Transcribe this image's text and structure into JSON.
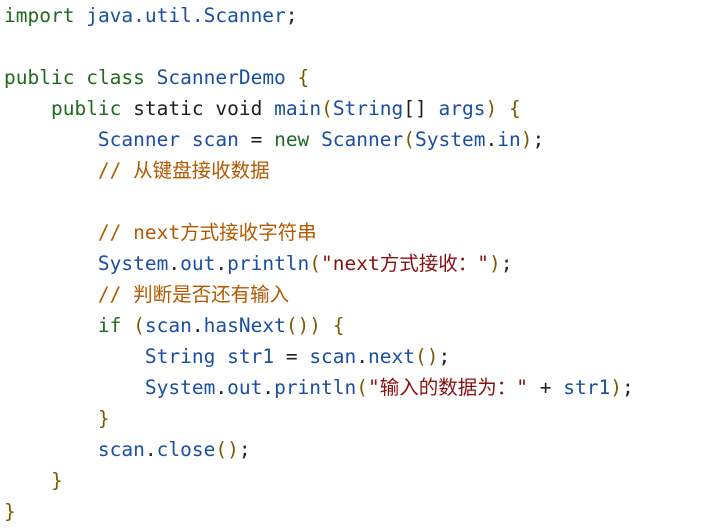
{
  "editor": {
    "colors": {
      "keyword": "#1f6b1f",
      "identifier": "#1a4fa0",
      "punctuation": "#7a5c00",
      "string": "#8a1010",
      "comment": "#b35a00",
      "plain": "#1f1f1f",
      "background": "#ffffff"
    },
    "lines": [
      {
        "tokens": [
          [
            "import",
            "kw"
          ],
          [
            " ",
            "plain"
          ],
          [
            "java.util.Scanner",
            "type"
          ],
          [
            ";",
            "plain"
          ]
        ]
      },
      {
        "tokens": []
      },
      {
        "tokens": [
          [
            "public",
            "kw"
          ],
          [
            " ",
            "plain"
          ],
          [
            "class",
            "kw"
          ],
          [
            " ",
            "plain"
          ],
          [
            "ScannerDemo",
            "type"
          ],
          [
            " ",
            "plain"
          ],
          [
            "{",
            "punc"
          ]
        ]
      },
      {
        "tokens": [
          [
            "    ",
            "plain"
          ],
          [
            "public",
            "kw"
          ],
          [
            " ",
            "plain"
          ],
          [
            "static",
            "plain"
          ],
          [
            " ",
            "plain"
          ],
          [
            "void",
            "plain"
          ],
          [
            " ",
            "plain"
          ],
          [
            "main",
            "fn"
          ],
          [
            "(",
            "punc"
          ],
          [
            "String",
            "type"
          ],
          [
            "[]",
            "plain"
          ],
          [
            " ",
            "plain"
          ],
          [
            "args",
            "type"
          ],
          [
            ")",
            "punc"
          ],
          [
            " ",
            "plain"
          ],
          [
            "{",
            "punc"
          ]
        ]
      },
      {
        "tokens": [
          [
            "        ",
            "plain"
          ],
          [
            "Scanner",
            "type"
          ],
          [
            " ",
            "plain"
          ],
          [
            "scan",
            "type"
          ],
          [
            " ",
            "plain"
          ],
          [
            "=",
            "plain"
          ],
          [
            " ",
            "plain"
          ],
          [
            "new",
            "kw"
          ],
          [
            " ",
            "plain"
          ],
          [
            "Scanner",
            "type"
          ],
          [
            "(",
            "punc"
          ],
          [
            "System",
            "type"
          ],
          [
            ".",
            "plain"
          ],
          [
            "in",
            "type"
          ],
          [
            ")",
            "punc"
          ],
          [
            ";",
            "plain"
          ]
        ]
      },
      {
        "tokens": [
          [
            "        ",
            "plain"
          ],
          [
            "// 从键盘接收数据",
            "cmt"
          ]
        ]
      },
      {
        "tokens": []
      },
      {
        "tokens": [
          [
            "        ",
            "plain"
          ],
          [
            "// next方式接收字符串",
            "cmt"
          ]
        ]
      },
      {
        "tokens": [
          [
            "        ",
            "plain"
          ],
          [
            "System",
            "type"
          ],
          [
            ".",
            "plain"
          ],
          [
            "out",
            "type"
          ],
          [
            ".",
            "plain"
          ],
          [
            "println",
            "fn"
          ],
          [
            "(",
            "punc"
          ],
          [
            "\"next方式接收：\"",
            "str"
          ],
          [
            ")",
            "punc"
          ],
          [
            ";",
            "plain"
          ]
        ]
      },
      {
        "tokens": [
          [
            "        ",
            "plain"
          ],
          [
            "// 判断是否还有输入",
            "cmt"
          ]
        ]
      },
      {
        "tokens": [
          [
            "        ",
            "plain"
          ],
          [
            "if",
            "kw"
          ],
          [
            " ",
            "plain"
          ],
          [
            "(",
            "punc"
          ],
          [
            "scan",
            "type"
          ],
          [
            ".",
            "plain"
          ],
          [
            "hasNext",
            "fn"
          ],
          [
            "()",
            "punc"
          ],
          [
            ")",
            "punc"
          ],
          [
            " ",
            "plain"
          ],
          [
            "{",
            "punc"
          ]
        ]
      },
      {
        "tokens": [
          [
            "            ",
            "plain"
          ],
          [
            "String",
            "type"
          ],
          [
            " ",
            "plain"
          ],
          [
            "str1",
            "type"
          ],
          [
            " ",
            "plain"
          ],
          [
            "=",
            "plain"
          ],
          [
            " ",
            "plain"
          ],
          [
            "scan",
            "type"
          ],
          [
            ".",
            "plain"
          ],
          [
            "next",
            "fn"
          ],
          [
            "()",
            "punc"
          ],
          [
            ";",
            "plain"
          ]
        ]
      },
      {
        "tokens": [
          [
            "            ",
            "plain"
          ],
          [
            "System",
            "type"
          ],
          [
            ".",
            "plain"
          ],
          [
            "out",
            "type"
          ],
          [
            ".",
            "plain"
          ],
          [
            "println",
            "fn"
          ],
          [
            "(",
            "punc"
          ],
          [
            "\"输入的数据为：\"",
            "str"
          ],
          [
            " ",
            "plain"
          ],
          [
            "+",
            "plain"
          ],
          [
            " ",
            "plain"
          ],
          [
            "str1",
            "type"
          ],
          [
            ")",
            "punc"
          ],
          [
            ";",
            "plain"
          ]
        ]
      },
      {
        "tokens": [
          [
            "        ",
            "plain"
          ],
          [
            "}",
            "punc"
          ]
        ]
      },
      {
        "tokens": [
          [
            "        ",
            "plain"
          ],
          [
            "scan",
            "type"
          ],
          [
            ".",
            "plain"
          ],
          [
            "close",
            "fn"
          ],
          [
            "()",
            "punc"
          ],
          [
            ";",
            "plain"
          ]
        ]
      },
      {
        "tokens": [
          [
            "    ",
            "plain"
          ],
          [
            "}",
            "punc"
          ]
        ]
      },
      {
        "tokens": [
          [
            "}",
            "punc"
          ]
        ]
      }
    ]
  }
}
